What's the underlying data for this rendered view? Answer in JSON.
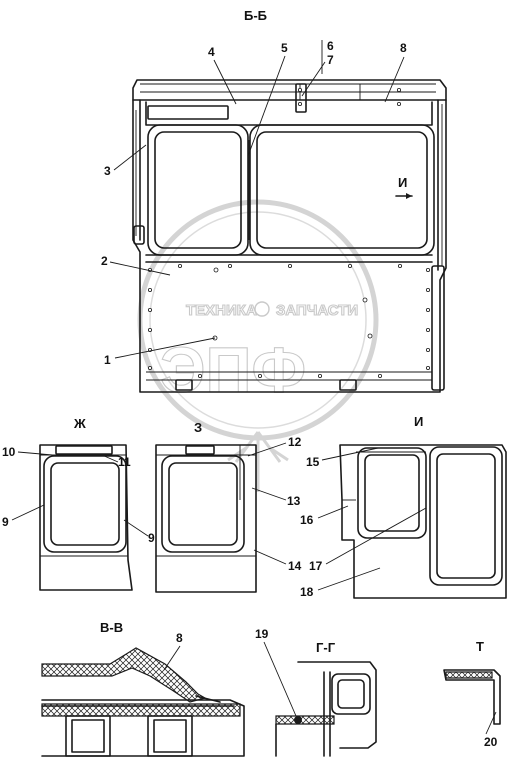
{
  "sections": {
    "bb": "Б-Б",
    "zh": "Ж",
    "z": "З",
    "i": "И",
    "vv": "В-В",
    "gg": "Г-Г",
    "t": "Т"
  },
  "view_arrow_label": "И",
  "watermark": {
    "line1": "ТЕХНИКА",
    "line2": "ЗАПЧАСТИ",
    "logo": "ЭПФ"
  },
  "callouts": [
    "1",
    "2",
    "3",
    "4",
    "5",
    "6",
    "7",
    "8",
    "9",
    "9",
    "10",
    "11",
    "12",
    "13",
    "14",
    "15",
    "16",
    "17",
    "18",
    "8",
    "19",
    "20"
  ]
}
